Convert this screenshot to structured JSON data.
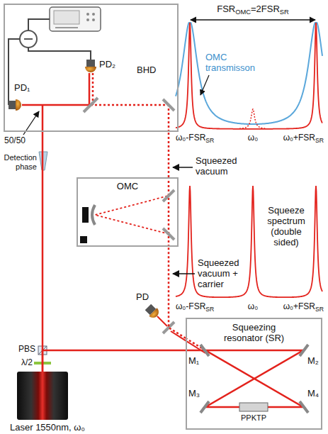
{
  "diagram": {
    "nodes": [
      {
        "text": [
          "BHD"
        ]
      },
      {
        "text": [
          "OMC"
        ]
      },
      {
        "text": [
          "Squeezing resonator (SR)"
        ]
      },
      {
        "text": [
          "Laser 1550nm, ω₀"
        ]
      }
    ],
    "edges": [
      {
        "from": 3,
        "to": 0,
        "arrow": "none"
      },
      {
        "from": 3,
        "to": 2,
        "arrow": "none"
      },
      {
        "from": 2,
        "to": 1,
        "arrow": "none"
      },
      {
        "from": 1,
        "to": 0,
        "arrow": "none"
      }
    ],
    "labels": [
      "FSR",
      "OMC",
      "=2FSR",
      "SR",
      "OMC transmisson",
      "ω₀-FSR",
      "SR",
      "ω₀",
      "ω₀+FSR",
      "SR",
      "Squeeze spectrum (double sided)",
      "ω₀-FSR",
      "SR",
      "ω₀",
      "ω₀+FSR",
      "SR",
      "Squeezed vacuum",
      "Squeezed vacuum + carrier",
      "PD₁",
      "PD₂",
      "50/50",
      "Detection phase",
      "PD",
      "PBS",
      "λ/2",
      "M₁",
      "M₂",
      "M₃",
      "M₄",
      "PPKTP"
    ]
  }
}
